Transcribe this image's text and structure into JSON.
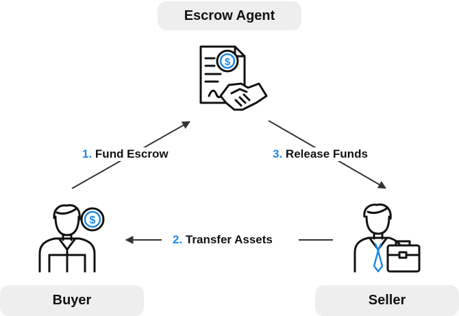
{
  "nodes": {
    "agent": {
      "label": "Escrow Agent"
    },
    "buyer": {
      "label": "Buyer"
    },
    "seller": {
      "label": "Seller"
    }
  },
  "steps": [
    {
      "number": "1.",
      "label": "Fund Escrow"
    },
    {
      "number": "2.",
      "label": "Transfer Assets"
    },
    {
      "number": "3.",
      "label": "Release Funds"
    }
  ],
  "icons": {
    "agent": "contract-handshake-icon",
    "buyer": "buyer-dollar-icon",
    "seller": "seller-briefcase-icon"
  },
  "colors": {
    "accent": "#1e88e5",
    "stroke": "#111111",
    "pill": "#eeeeee"
  },
  "currency_symbol": "$"
}
